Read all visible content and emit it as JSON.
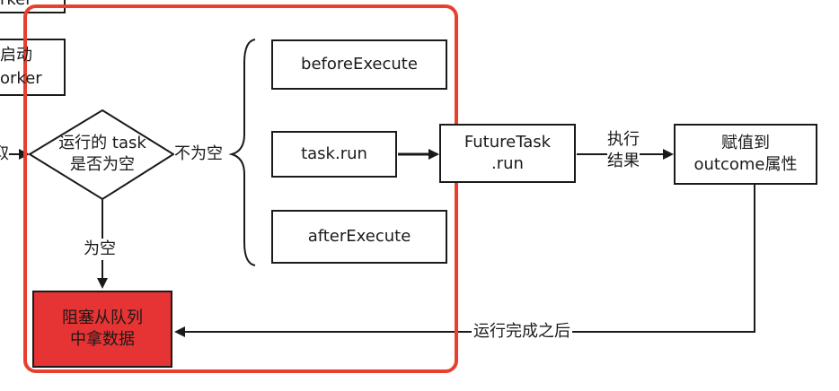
{
  "diagram": {
    "left_partial_labels": {
      "top_cut": "rker",
      "mid_line1": "启动",
      "mid_line2": "orker",
      "left_cut": "取"
    },
    "diamond": {
      "line1": "运行的 task",
      "line2": "是否为空"
    },
    "edge_not_empty": "不为空",
    "edge_empty": "为空",
    "boxes": {
      "before_execute": "beforeExecute",
      "task_run": "task.run",
      "after_execute": "afterExecute",
      "future_task_line1": "FutureTask",
      "future_task_line2": ".run",
      "assign_line1": "赋值到",
      "assign_line2": "outcome属性",
      "blocked_line1": "阻塞从队列",
      "blocked_line2": "中拿数据"
    },
    "edge_exec_result_line1": "执行",
    "edge_exec_result_line2": "结果",
    "edge_after_complete": "运行完成之后",
    "colors": {
      "highlight_frame": "#e8402c",
      "blocked_box_fill": "#e63333",
      "stroke": "#1a1a1a"
    }
  }
}
